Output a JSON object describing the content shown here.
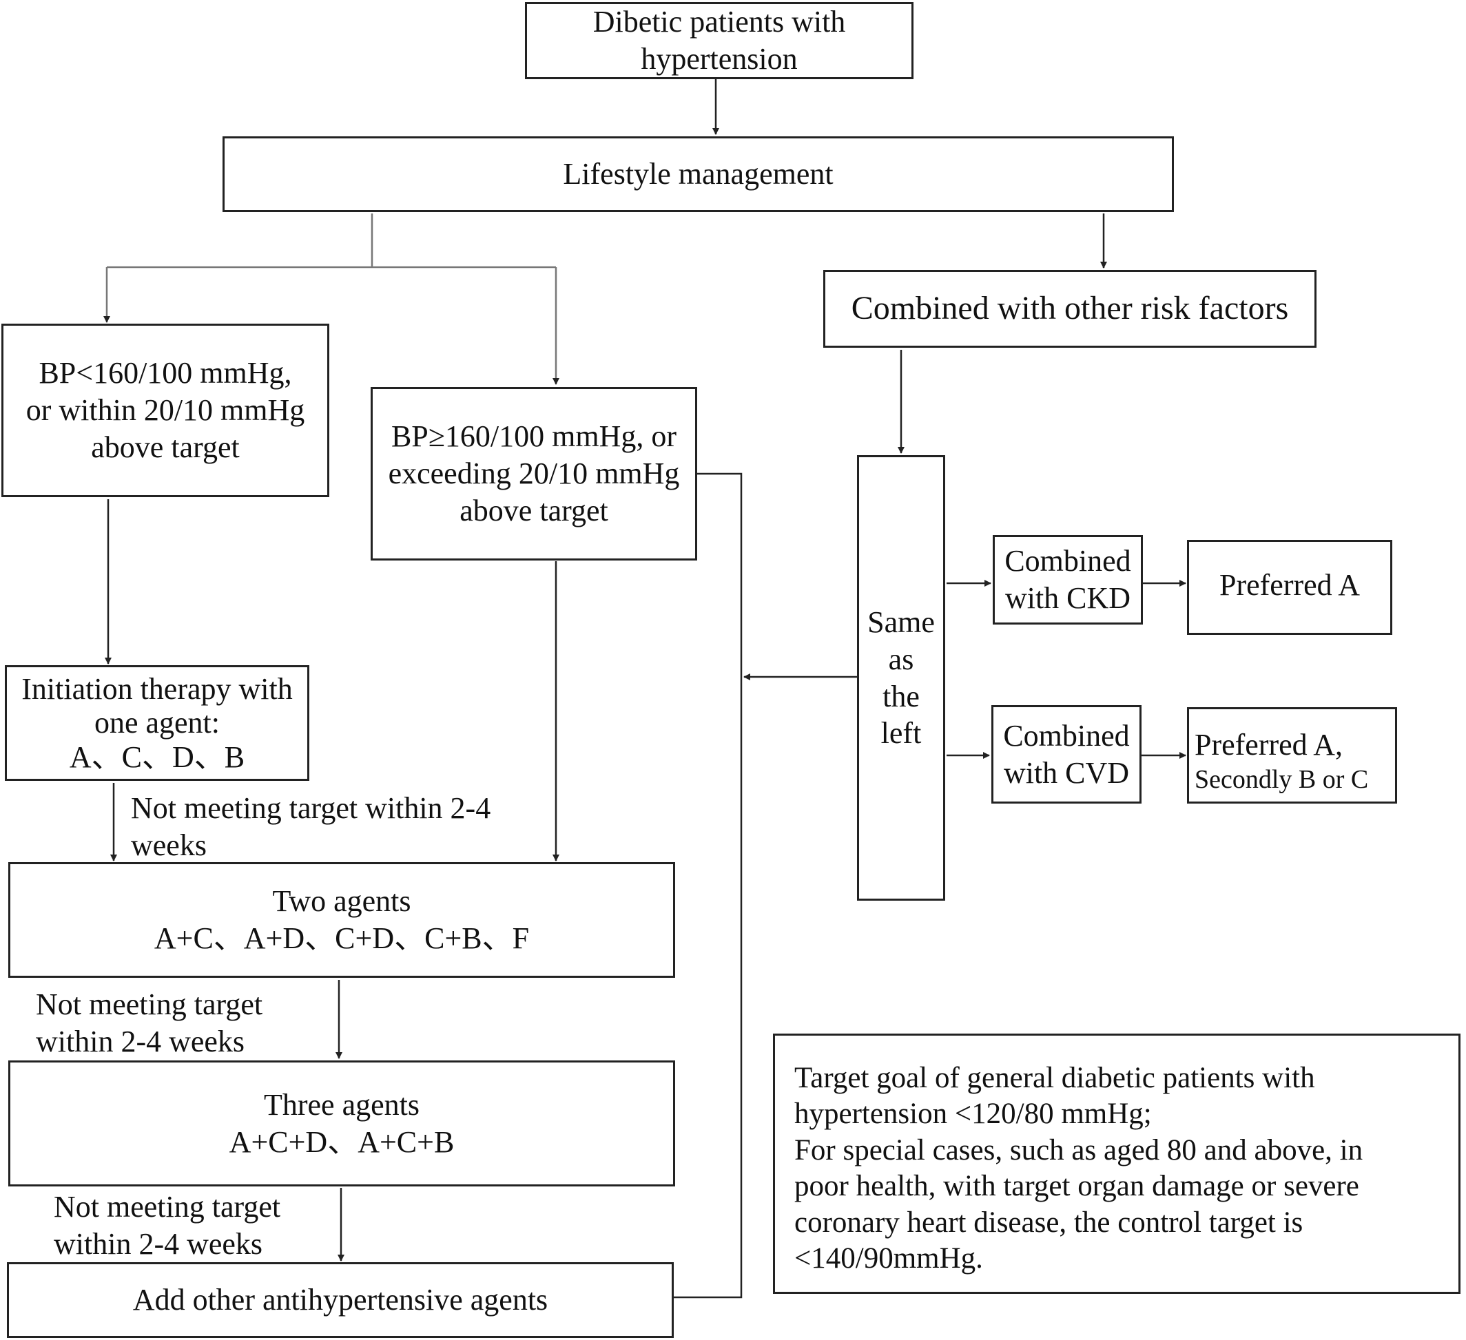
{
  "start": [
    "Dibetic patients with",
    "hypertension"
  ],
  "lifestyle": "Lifestyle management",
  "risk_factors": "Combined with other risk factors",
  "bp_low": [
    "BP<160/100 mmHg,",
    "or within 20/10 mmHg",
    "above target"
  ],
  "bp_high": [
    "BP≥160/100 mmHg, or",
    "exceeding 20/10 mmHg",
    "above target"
  ],
  "same_left": [
    "Same",
    "as",
    "the",
    "left"
  ],
  "ckd": [
    "Combined",
    "with CKD"
  ],
  "ckd_pref": "Preferred A",
  "cvd": [
    "Combined",
    "with CVD"
  ],
  "cvd_pref": [
    "Preferred A,",
    "Secondly B or C"
  ],
  "one_agent": [
    "Initiation therapy with",
    "one agent:",
    "A、C、D、B"
  ],
  "step1": [
    "Not meeting target within 2-4",
    "weeks"
  ],
  "two_agents": [
    "Two agents",
    "A+C、A+D、C+D、C+B、F"
  ],
  "step2": [
    "Not meeting target",
    "within 2-4 weeks"
  ],
  "three_agents": [
    "Three agents",
    "A+C+D、A+C+B"
  ],
  "step3": [
    "Not meeting target",
    "within 2-4 weeks"
  ],
  "add_other": "Add other antihypertensive agents",
  "target_note": [
    "Target goal of general diabetic patients with",
    "hypertension <120/80 mmHg;",
    "For special cases, such as aged 80 and above, in",
    "poor health, with target organ damage or severe",
    "coronary heart disease, the control target is",
    "<140/90mmHg."
  ]
}
